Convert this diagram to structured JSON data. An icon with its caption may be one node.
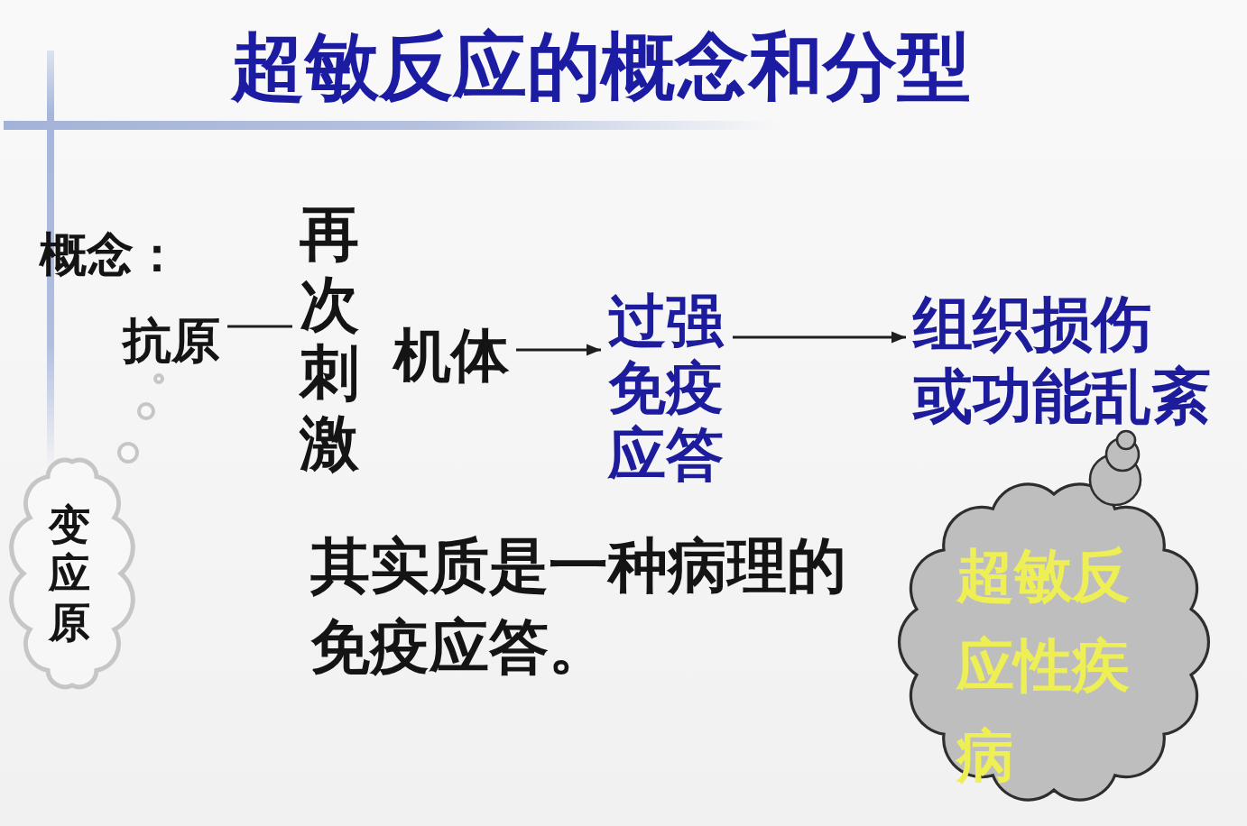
{
  "diagram": {
    "title": "超敏反应的概念和分型",
    "nodes": [
      {
        "text": [
          "抗原"
        ]
      },
      {
        "text": [
          "再次刺激"
        ]
      },
      {
        "text": [
          "机体"
        ]
      },
      {
        "text": [
          "过强免疫应答"
        ]
      },
      {
        "text": [
          "组织损伤或功能乱紊"
        ]
      },
      {
        "text": [
          "变应原"
        ]
      },
      {
        "text": [
          "超敏反应性疾病"
        ]
      }
    ],
    "edges": [
      {
        "from": 0,
        "to": 1,
        "arrow": "none"
      },
      {
        "from": 2,
        "to": 3,
        "arrow": "to"
      },
      {
        "from": 3,
        "to": 4,
        "arrow": "to"
      }
    ],
    "labels": [
      "概念：",
      "其实质是一种病理的免疫应答。"
    ]
  }
}
